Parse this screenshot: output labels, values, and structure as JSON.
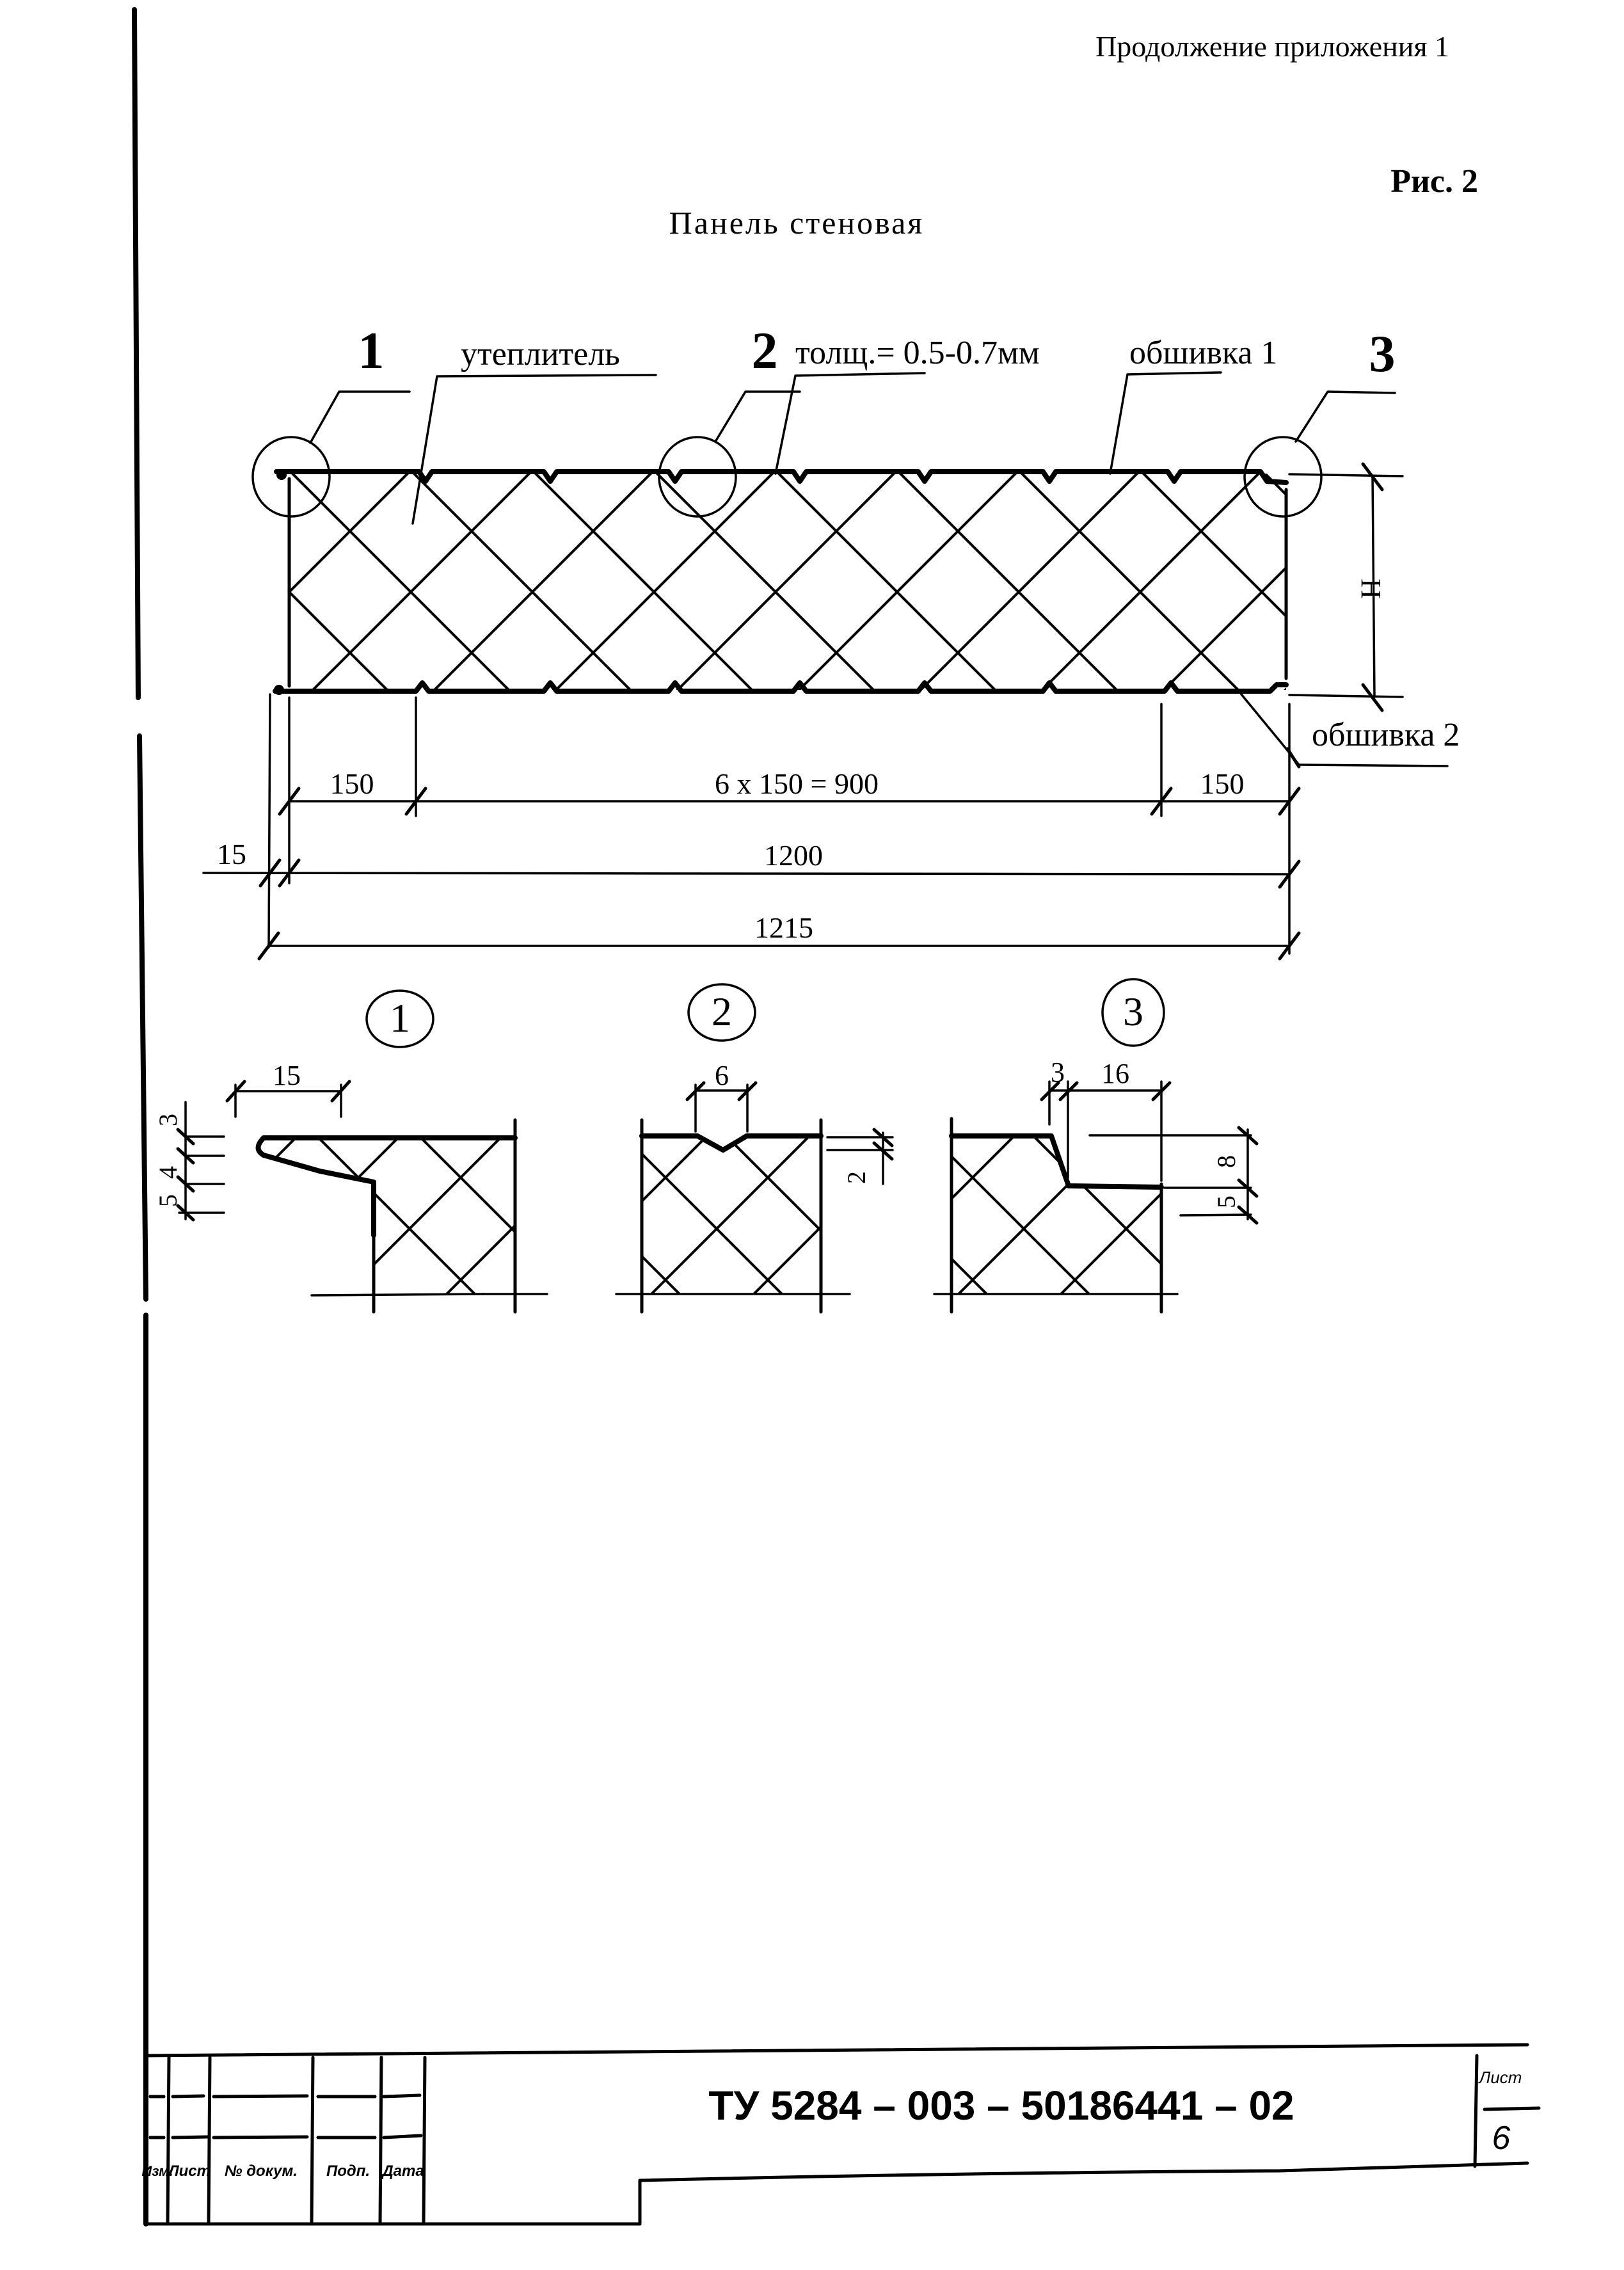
{
  "header": {
    "continuation": "Продолжение приложения 1",
    "figure_label": "Рис. 2",
    "title": "Панель стеновая"
  },
  "main_view": {
    "callouts": [
      {
        "number": "1"
      },
      {
        "number": "2"
      },
      {
        "number": "3"
      }
    ],
    "leaders": {
      "insulation": "утеплитель",
      "thickness": "толщ.= 0.5-0.7мм",
      "skin1": "обшивка 1",
      "skin2": "обшивка 2"
    },
    "height_symbol": "H",
    "dimensions": {
      "left_pitch": "150",
      "middle_pitch": "6 x 150 = 900",
      "right_pitch": "150",
      "joint_offset": "15",
      "width": "1200",
      "total_width": "1215"
    }
  },
  "details": [
    {
      "id": "1",
      "dims": {
        "horizontal": "15",
        "v_top": "3",
        "v_mid": "4",
        "v_bottom": "5"
      }
    },
    {
      "id": "2",
      "dims": {
        "horizontal": "6",
        "vertical": "2"
      }
    },
    {
      "id": "3",
      "dims": {
        "h_small": "3",
        "h_large": "16",
        "v_top": "8",
        "v_bottom": "5"
      }
    }
  ],
  "title_block": {
    "headers": [
      "Изм.",
      "Лист",
      "№ докум.",
      "Подп.",
      "Дата"
    ],
    "designation": "ТУ  5284 – 003 – 50186441 – 02",
    "sheet_label": "Лист",
    "sheet_number": "6"
  }
}
